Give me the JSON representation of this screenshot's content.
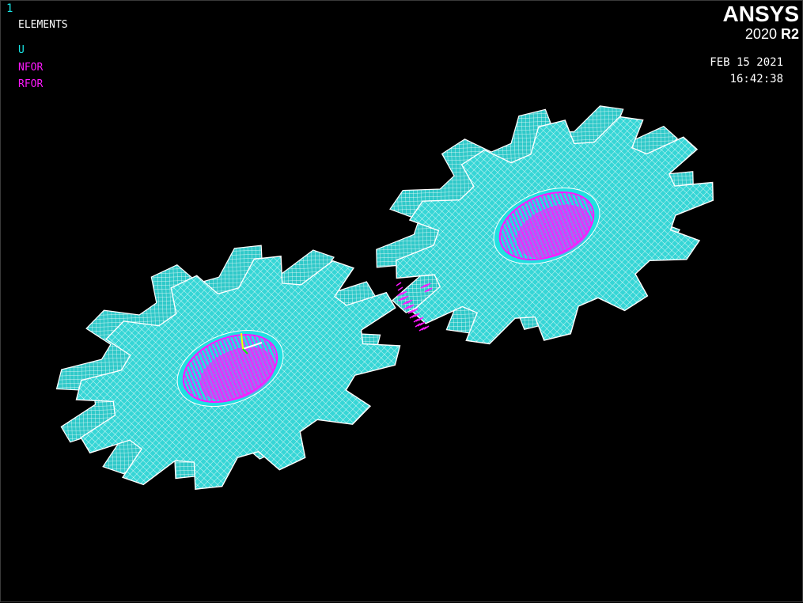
{
  "window": {
    "number": "1",
    "number_color": "#19e6e6"
  },
  "legend": {
    "title": "ELEMENTS",
    "entries": [
      {
        "label": "U",
        "color": "#19e6e6"
      },
      {
        "label": "NFOR",
        "color": "#ff19ff"
      },
      {
        "label": "RFOR",
        "color": "#ff19ff"
      }
    ]
  },
  "logo": {
    "brand": "ANSYS",
    "version_year": "2020",
    "version_release": "R2"
  },
  "timestamp": {
    "date": "FEB 15 2021",
    "time": "16:42:38"
  },
  "colors": {
    "background": "#000000",
    "mesh_fill": "#36d6d6",
    "mesh_lines": "#ffffff",
    "force_markers": "#ff19ff"
  },
  "scene": {
    "model": "two meshed spur gears",
    "gears": [
      {
        "name": "left-gear",
        "teeth": 12
      },
      {
        "name": "right-gear",
        "teeth": 12
      }
    ]
  }
}
